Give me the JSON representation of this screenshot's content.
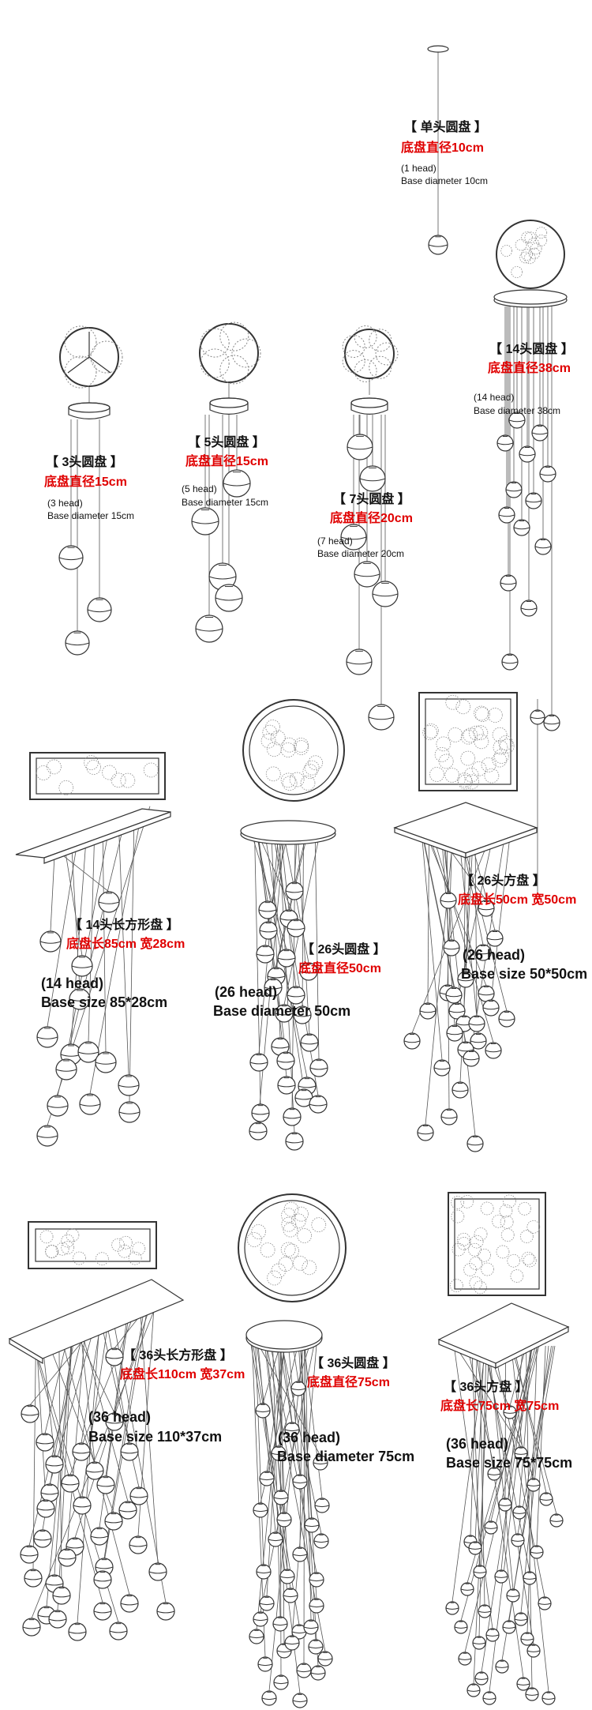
{
  "products": [
    {
      "title": "【 单头圆盘 】",
      "size": "底盘直径10cm",
      "en_head": "(1 head)",
      "en_size": "Base diameter 10cm"
    },
    {
      "title": "【 3头圆盘 】",
      "size": "底盘直径15cm",
      "en_head": "(3 head)",
      "en_size": "Base diameter 15cm"
    },
    {
      "title": "【 5头圆盘 】",
      "size": "底盘直径15cm",
      "en_head": "(5 head)",
      "en_size": "Base diameter 15cm"
    },
    {
      "title": "【 7头圆盘 】",
      "size": "底盘直径20cm",
      "en_head": "(7 head)",
      "en_size": "Base diameter 20cm"
    },
    {
      "title": "【 14头圆盘 】",
      "size": "底盘直径38cm",
      "en_head": "(14 head)",
      "en_size": "Base diameter 38cm"
    },
    {
      "title": "【 14头长方形盘 】",
      "size": "底盘长85cm 宽28cm",
      "en_head": "(14 head)",
      "en_size": "Base size 85*28cm"
    },
    {
      "title": "【 26头圆盘 】",
      "size": "底盘直径50cm",
      "en_head": "(26 head)",
      "en_size": "Base diameter 50cm"
    },
    {
      "title": "【 26头方盘 】",
      "size": "底盘长50cm 宽50cm",
      "en_head": "(26 head)",
      "en_size": "Base size 50*50cm"
    },
    {
      "title": "【 36头长方形盘 】",
      "size": "底盘长110cm 宽37cm",
      "en_head": "(36 head)",
      "en_size": "Base size 110*37cm"
    },
    {
      "title": "【 36头圆盘 】",
      "size": "底盘直径75cm",
      "en_head": "(36 head)",
      "en_size": "Base diameter 75cm"
    },
    {
      "title": "【 36头方盘 】",
      "size": "底盘长75cm 宽75cm",
      "en_head": "(36 head)",
      "en_size": "Base size 75*75cm"
    }
  ],
  "colors": {
    "line": "#333333",
    "accent": "#e00000",
    "dash": "#888888"
  }
}
